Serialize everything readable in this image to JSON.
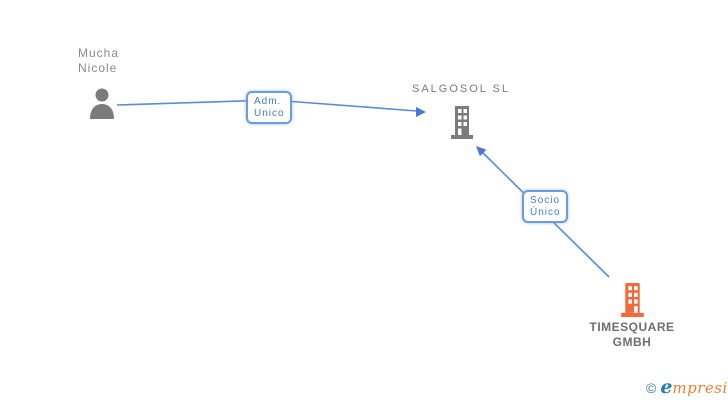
{
  "diagram": {
    "nodes": {
      "person": {
        "name": "Mucha Nicole",
        "icon": "person-icon",
        "color": "#7b7b7b"
      },
      "company_main": {
        "name": "SALGOSOL SL",
        "icon": "building-icon",
        "color": "#7b7b7b"
      },
      "company_shareholder": {
        "name": "TIMESQUARE GMBH",
        "icon": "building-icon",
        "color": "#f2693c"
      }
    },
    "edges": {
      "adm": {
        "line1": "Adm.",
        "line2": "Unico",
        "from": "person",
        "to": "company_main"
      },
      "socio": {
        "line1": "Socio",
        "line2": "Único",
        "from": "company_shareholder",
        "to": "company_main"
      }
    }
  },
  "branding": {
    "copyright": "©",
    "brand_first_letter": "e",
    "brand_rest": "mpresia"
  },
  "colors": {
    "edge_blue": "#5b8ad6",
    "arrow_blue": "#4a77d4",
    "label_border": "#6b9be0",
    "label_text": "#3f80c4",
    "text_gray": "#8a8a8a",
    "building_gray": "#7b7b7b",
    "building_orange": "#f2693c",
    "logo_copyright": "#3a7f8f",
    "logo_e": "#1c7fb5",
    "logo_rest": "#e8832c"
  }
}
